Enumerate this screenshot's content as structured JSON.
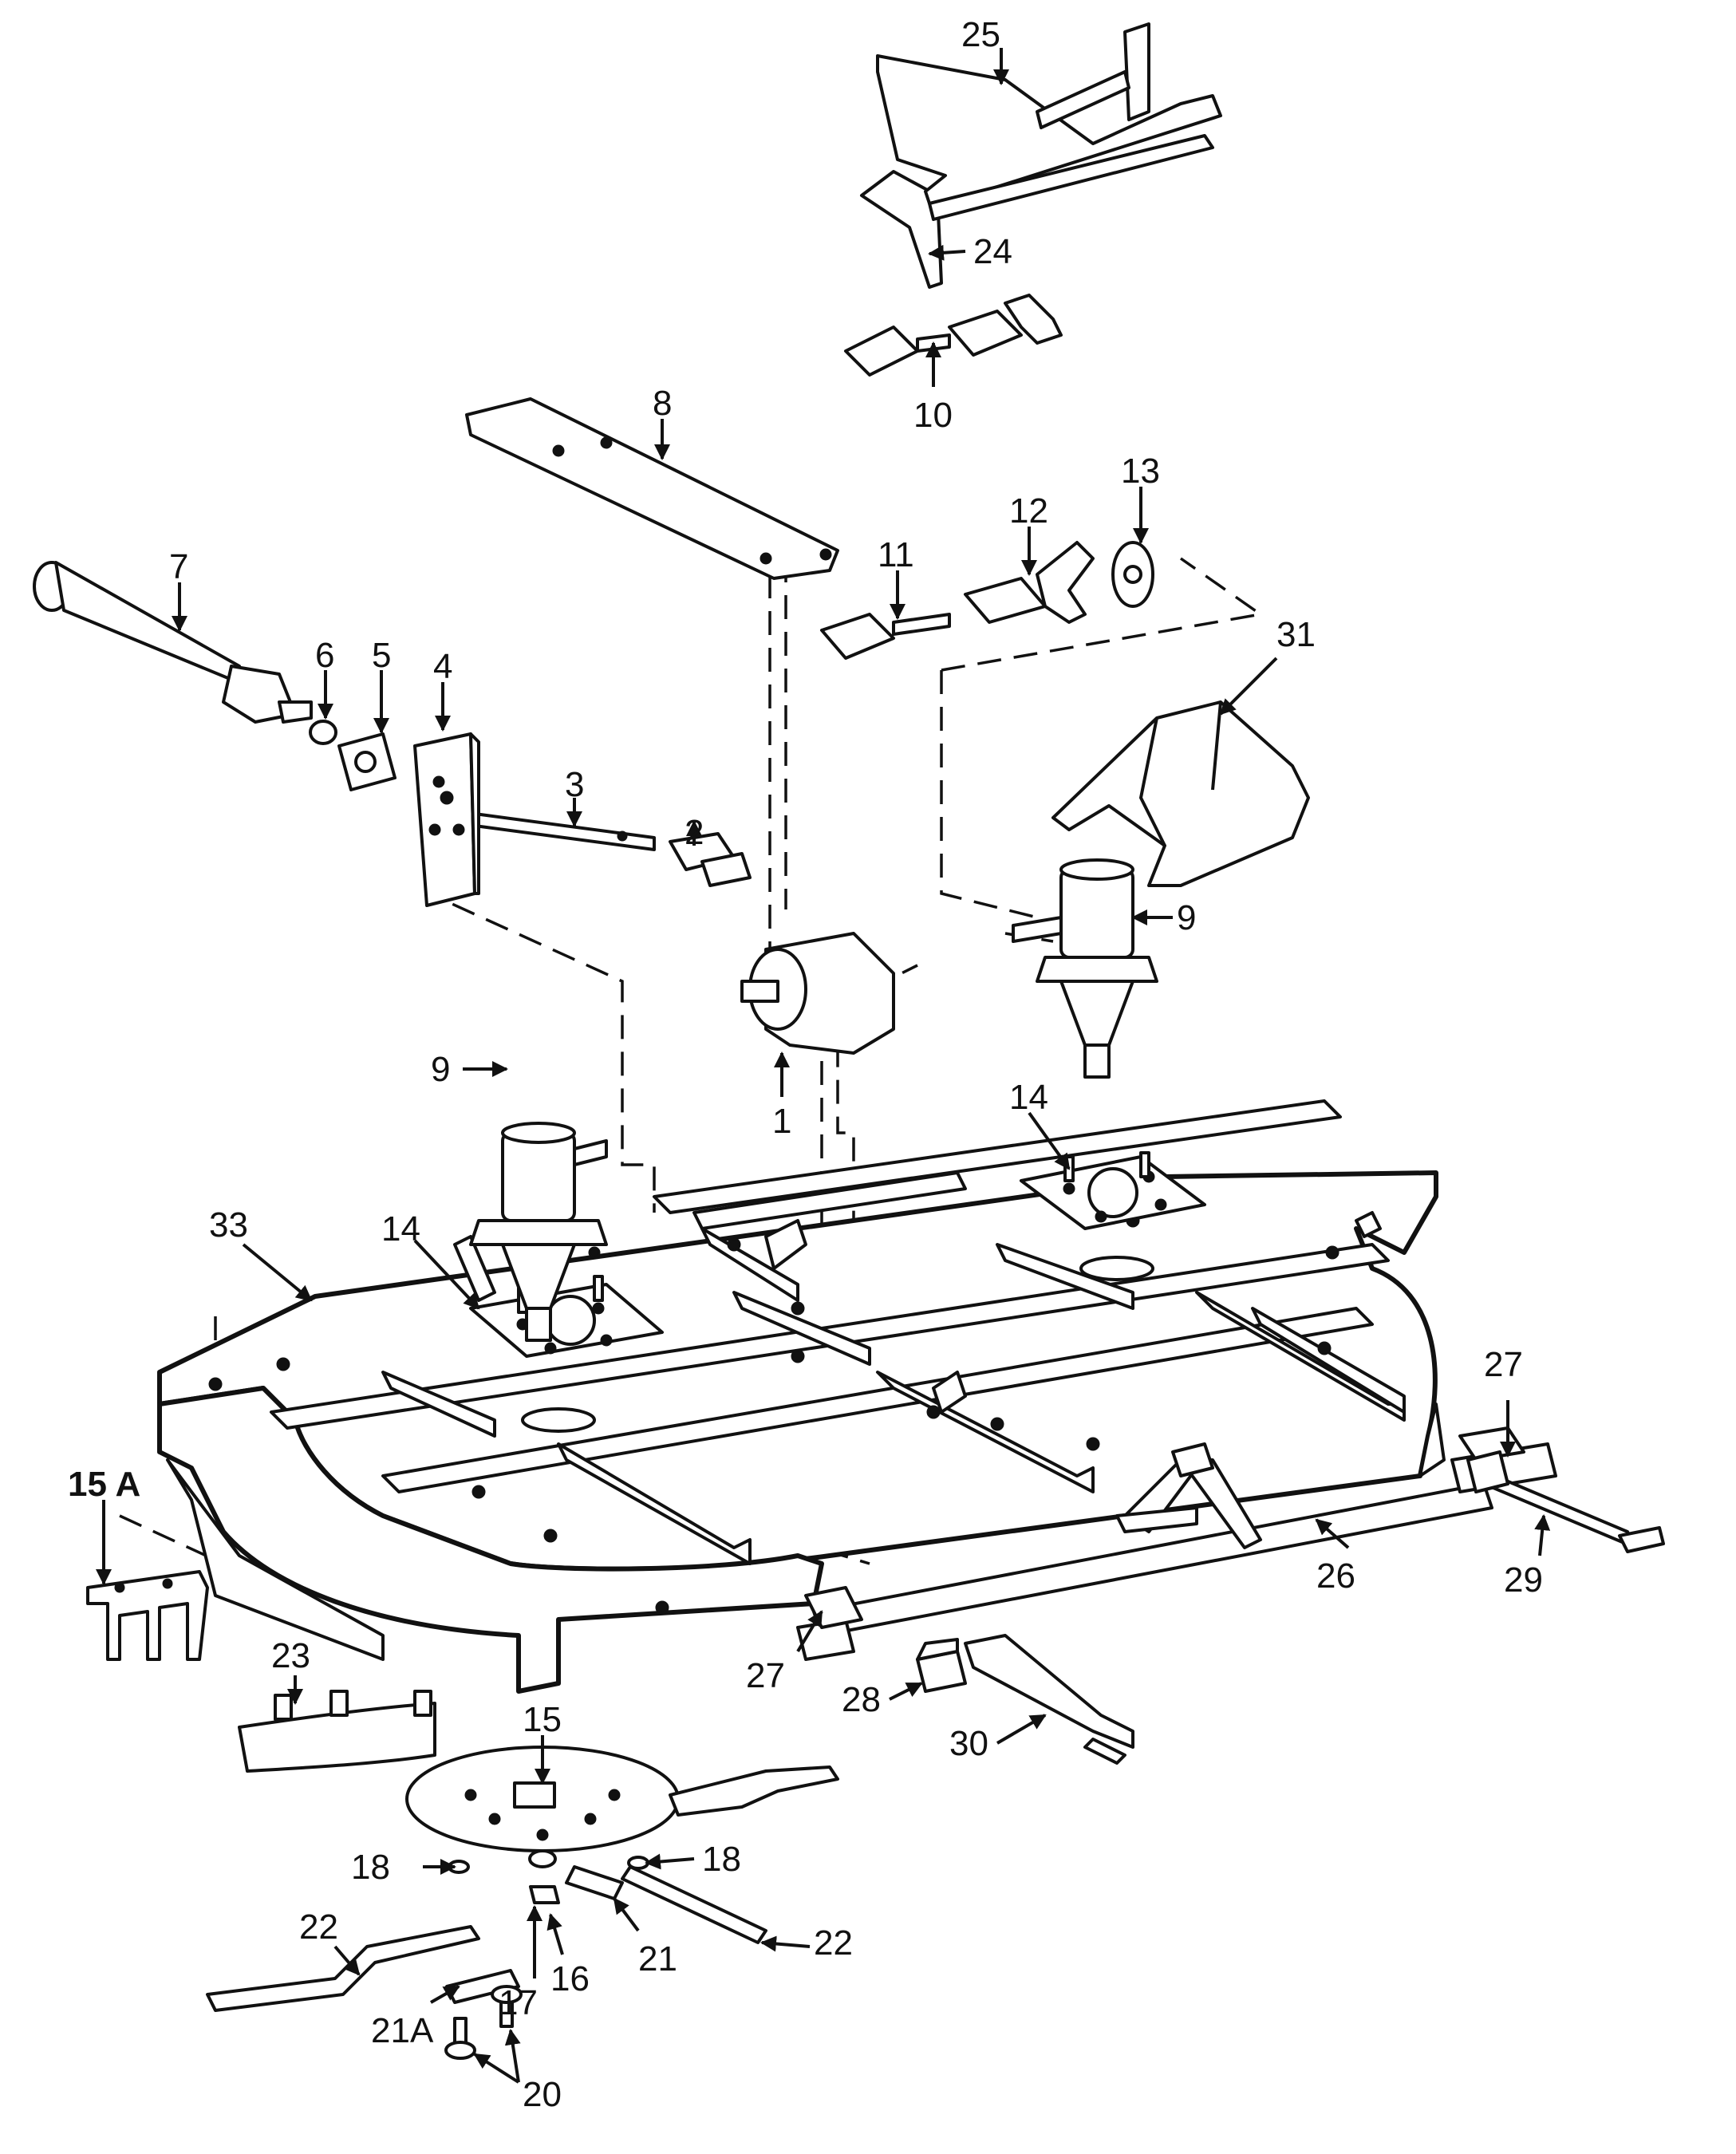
{
  "labels": {
    "l1": "1",
    "l2": "2",
    "l3": "3",
    "l4": "4",
    "l5": "5",
    "l6": "6",
    "l7": "7",
    "l8": "8",
    "l9a": "9",
    "l9b": "9",
    "l10": "10",
    "l11": "11",
    "l12": "12",
    "l13": "13",
    "l14a": "14",
    "l14b": "14",
    "l15": "15",
    "l15a": "15 A",
    "l16": "16",
    "l17": "17",
    "l18a": "18",
    "l18b": "18",
    "l20": "20",
    "l21": "21",
    "l21a": "21A",
    "l22a": "22",
    "l22b": "22",
    "l23": "23",
    "l24": "24",
    "l25": "25",
    "l26": "26",
    "l27a": "27",
    "l27b": "27",
    "l28": "28",
    "l29": "29",
    "l30": "30",
    "l31": "31",
    "l33": "33"
  }
}
